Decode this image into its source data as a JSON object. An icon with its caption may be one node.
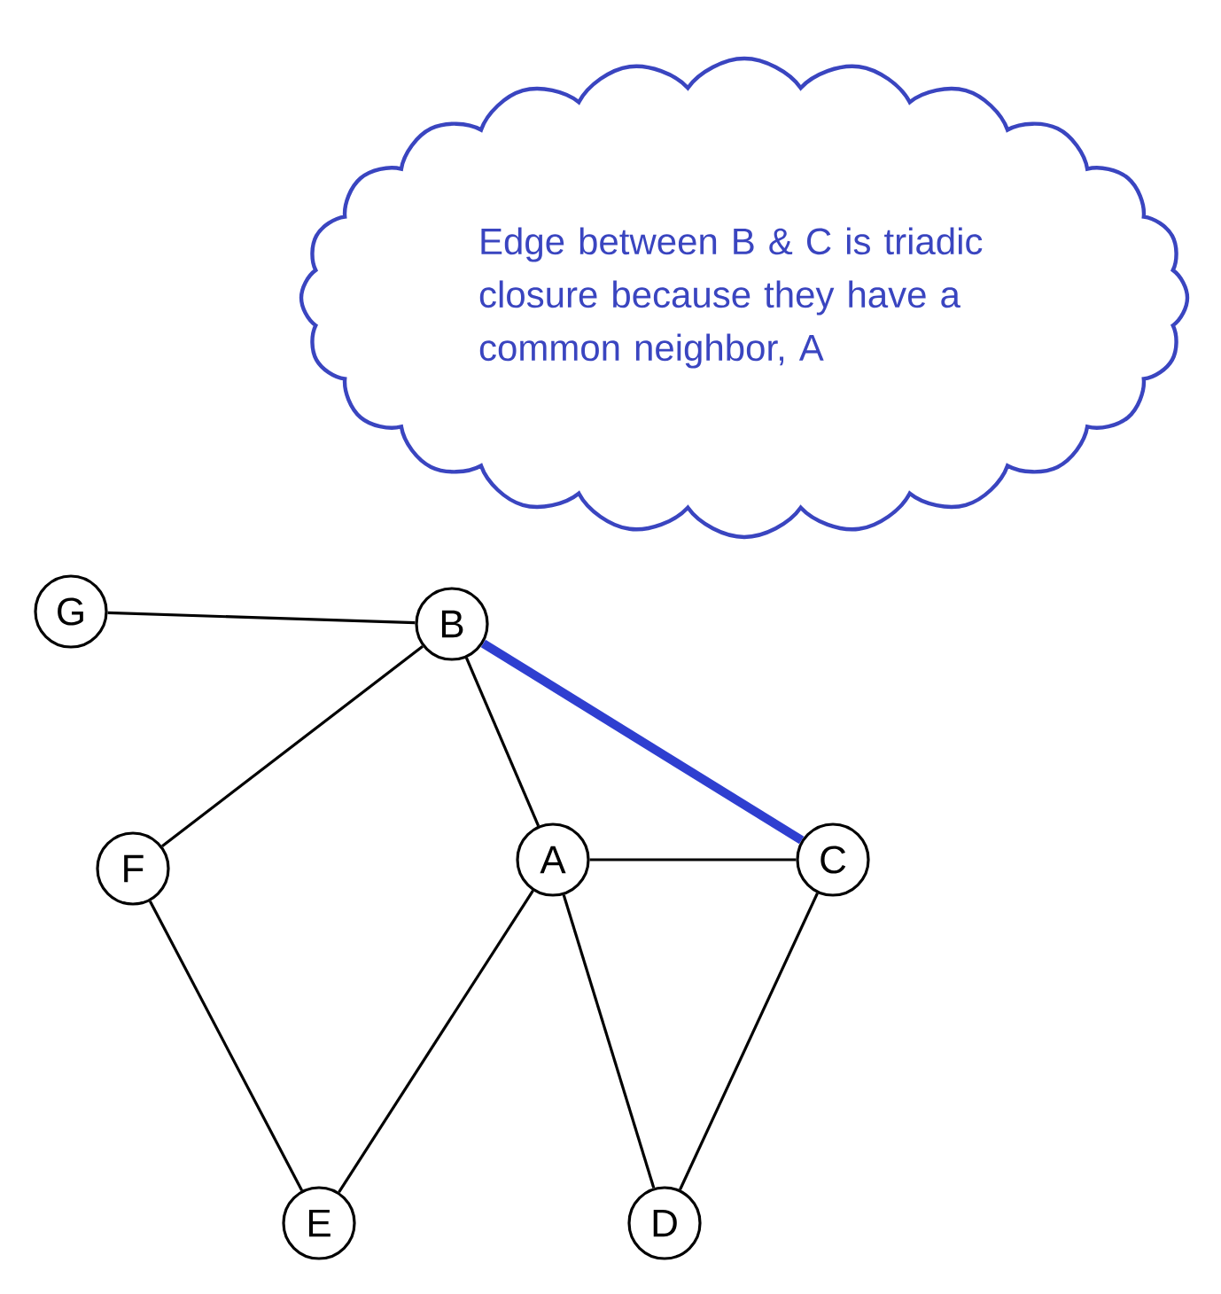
{
  "diagram": {
    "nodes": [
      {
        "text": [
          "Edge between B & C is triadic closure because they have a common neighbor, A"
        ]
      },
      {
        "text": [
          "G"
        ]
      },
      {
        "text": [
          "B"
        ]
      },
      {
        "text": [
          "F"
        ]
      },
      {
        "text": [
          "A"
        ]
      },
      {
        "text": [
          "C"
        ]
      },
      {
        "text": [
          "E"
        ]
      },
      {
        "text": [
          "D"
        ]
      }
    ],
    "edges": [
      {
        "from": 1,
        "to": 2,
        "arrow": "none"
      },
      {
        "from": 2,
        "to": 3,
        "arrow": "none"
      },
      {
        "from": 2,
        "to": 4,
        "arrow": "none"
      },
      {
        "from": 2,
        "to": 5,
        "arrow": "none",
        "style": "thick",
        "color": "#2f3fd0"
      },
      {
        "from": 4,
        "to": 5,
        "arrow": "none"
      },
      {
        "from": 3,
        "to": 6,
        "arrow": "none"
      },
      {
        "from": 4,
        "to": 6,
        "arrow": "none"
      },
      {
        "from": 4,
        "to": 7,
        "arrow": "none"
      },
      {
        "from": 5,
        "to": 7,
        "arrow": "none"
      }
    ]
  }
}
